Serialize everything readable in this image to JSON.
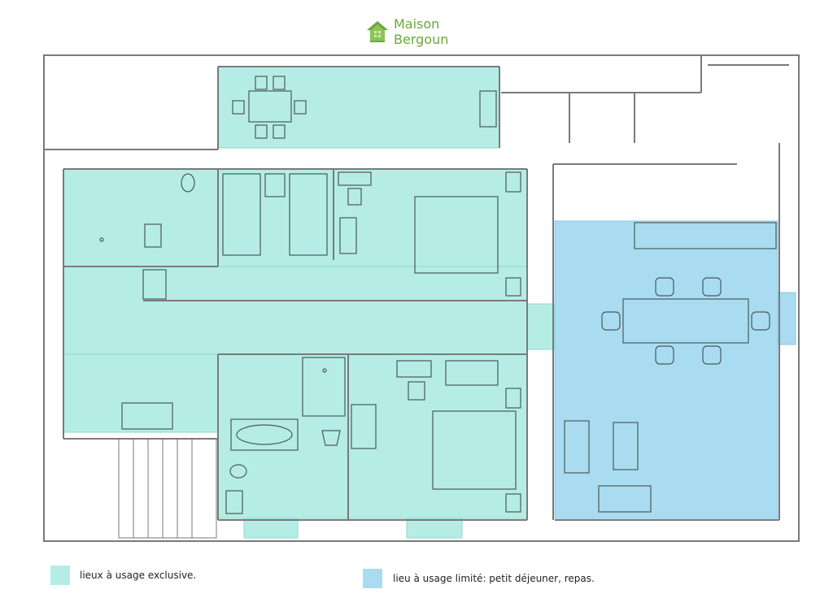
{
  "brand": {
    "line1": "Maison",
    "line2": "Bergoun",
    "logo_icon": "house-icon",
    "color": "#6aa93b"
  },
  "legend": {
    "exclusive": {
      "label": "lieux à usage exclusive.",
      "color": "#b5ede6"
    },
    "limited": {
      "label": "lieu à usage limité: petit déjeuner, repas.",
      "color": "#a9dcf1"
    }
  },
  "colors": {
    "wall": "#7a7a7a",
    "furniture": "#4a5a5a",
    "exclusive_fill": "#b5ede6",
    "limited_fill": "#a9dcf1"
  }
}
